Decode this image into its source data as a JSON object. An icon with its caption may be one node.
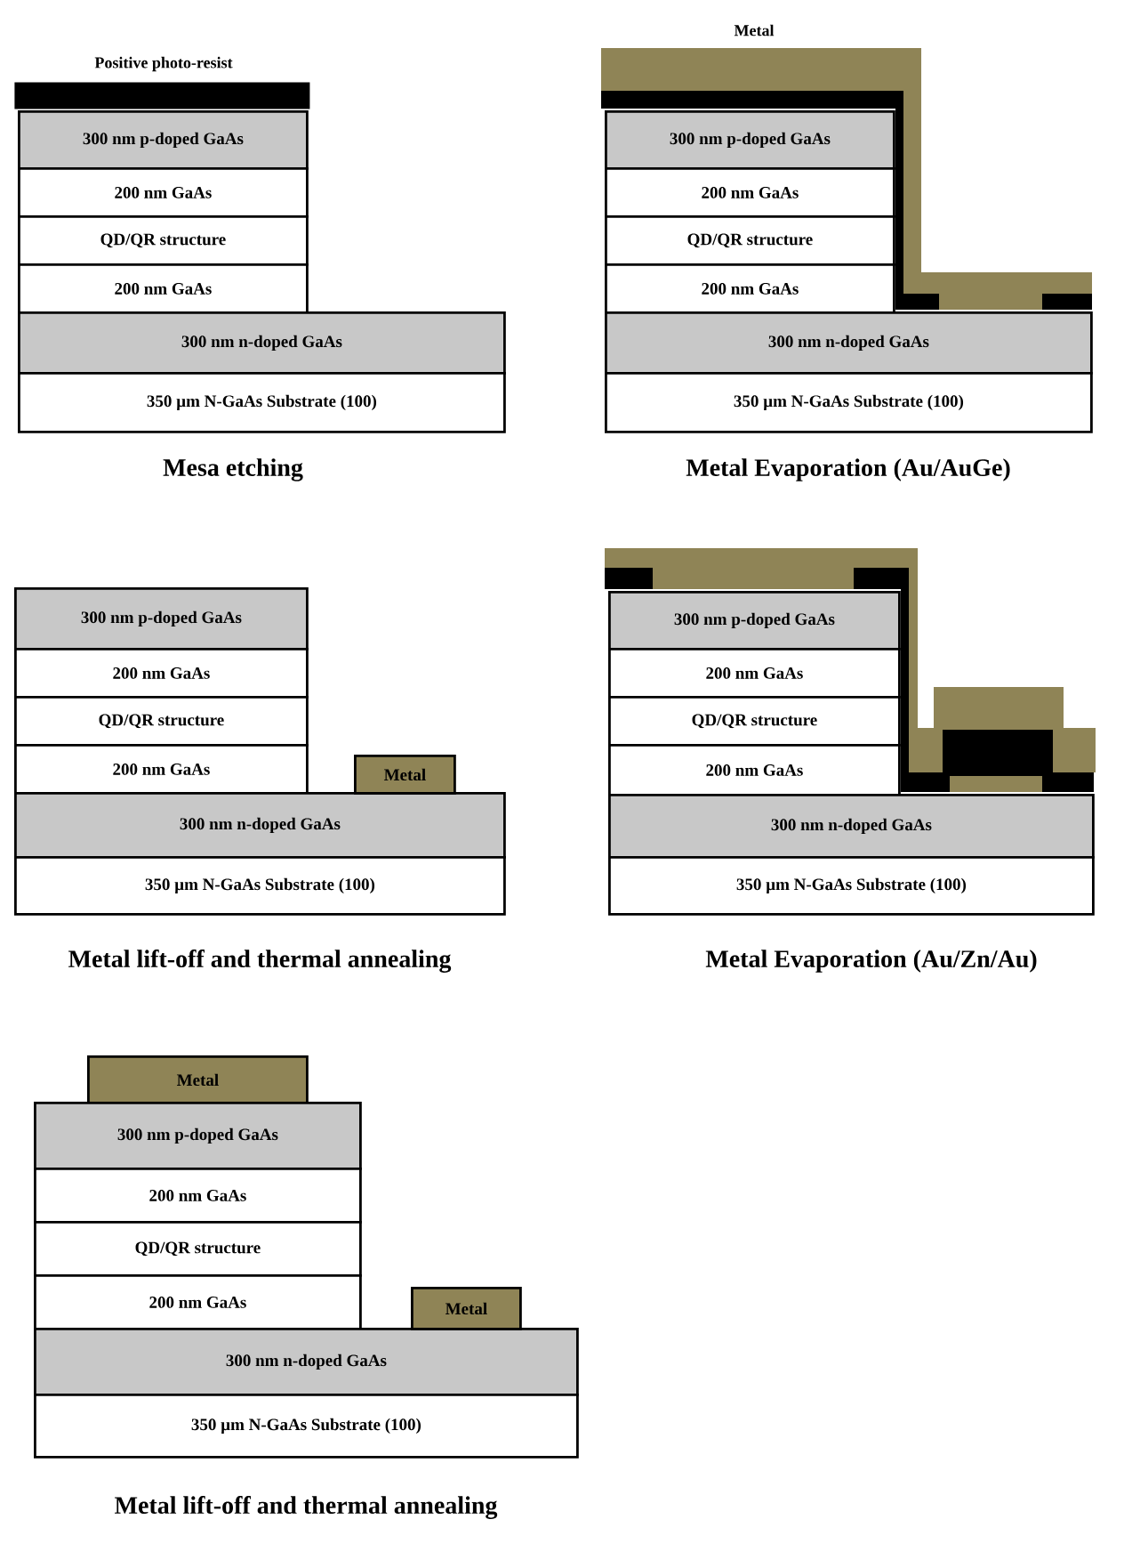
{
  "diagram": {
    "nodes": [
      {
        "text": [
          "300 nm p-doped GaAs"
        ]
      },
      {
        "text": [
          "200 nm GaAs"
        ]
      },
      {
        "text": [
          "QD/QR structure"
        ]
      },
      {
        "text": [
          "200 nm GaAs"
        ]
      },
      {
        "text": [
          "300 nm n-doped GaAs"
        ]
      },
      {
        "text": [
          "350 µm N-GaAs Substrate (100)"
        ]
      },
      {
        "text": [
          "300 nm p-doped GaAs"
        ]
      },
      {
        "text": [
          "200 nm GaAs"
        ]
      },
      {
        "text": [
          "QD/QR structure"
        ]
      },
      {
        "text": [
          "200 nm GaAs"
        ]
      },
      {
        "text": [
          "300 nm n-doped GaAs"
        ]
      },
      {
        "text": [
          "350 µm N-GaAs Substrate (100)"
        ]
      },
      {
        "text": [
          "300 nm p-doped GaAs"
        ]
      },
      {
        "text": [
          "200 nm GaAs"
        ]
      },
      {
        "text": [
          "QD/QR structure"
        ]
      },
      {
        "text": [
          "200 nm GaAs"
        ]
      },
      {
        "text": [
          "300 nm n-doped GaAs"
        ]
      },
      {
        "text": [
          "350 µm N-GaAs Substrate (100)"
        ]
      },
      {
        "text": [
          "Metal"
        ]
      },
      {
        "text": [
          "300 nm p-doped GaAs"
        ]
      },
      {
        "text": [
          "200 nm GaAs"
        ]
      },
      {
        "text": [
          "QD/QR structure"
        ]
      },
      {
        "text": [
          "200 nm GaAs"
        ]
      },
      {
        "text": [
          "300 nm n-doped GaAs"
        ]
      },
      {
        "text": [
          "350 µm N-GaAs Substrate (100)"
        ]
      },
      {
        "text": [
          "Metal"
        ]
      },
      {
        "text": [
          "300 nm p-doped GaAs"
        ]
      },
      {
        "text": [
          "200 nm GaAs"
        ]
      },
      {
        "text": [
          "QD/QR structure"
        ]
      },
      {
        "text": [
          "200 nm GaAs"
        ]
      },
      {
        "text": [
          "300 nm n-doped GaAs"
        ]
      },
      {
        "text": [
          "350 µm N-GaAs Substrate (100)"
        ]
      },
      {
        "text": [
          "Metal"
        ]
      },
      {
        "text": [],
        "shape": "bar"
      }
    ],
    "labels": [
      "Positive photo-resist",
      "Metal",
      "Mesa etching",
      "Metal Evaporation (Au/AuGe)",
      "Metal lift-off and thermal annealing",
      "Metal Evaporation (Au/Zn/Au)",
      "Metal lift-off and thermal annealing"
    ]
  }
}
